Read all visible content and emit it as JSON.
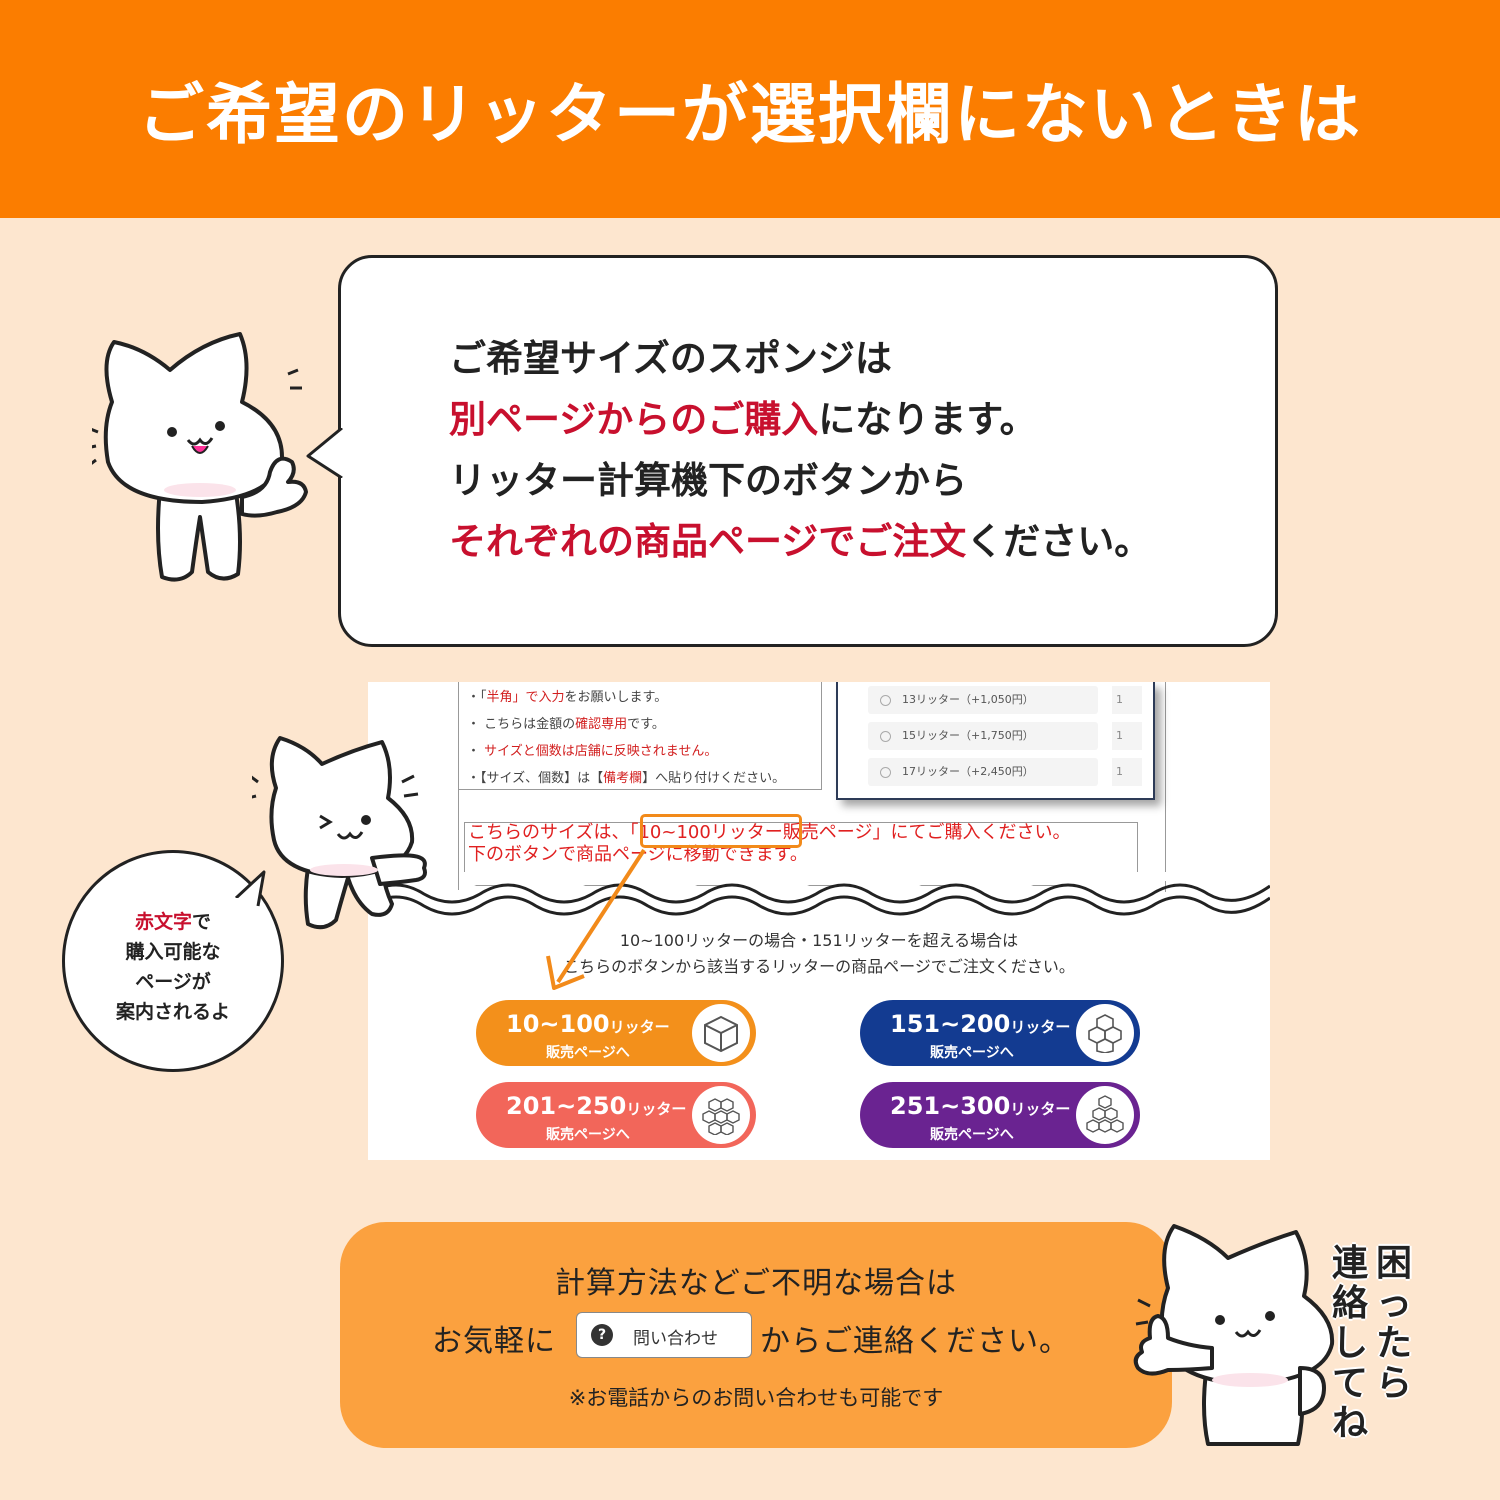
{
  "header": {
    "title": "ご希望のリッターが選択欄にないときは"
  },
  "bubble": {
    "line1": "ご希望サイズのスポンジは",
    "line2_red": "別ページからのご購入",
    "line2_rest": "になります。",
    "line3": "リッター計算機下のボタンから",
    "line4_red": "それぞれの商品ページでご注文",
    "line4_rest": "ください。"
  },
  "screenshot": {
    "notes": [
      {
        "pre": "・「",
        "red": "半角」で入力",
        "post": "をお願いします。"
      },
      {
        "pre": "・ こちらは金額の",
        "red": "確認専用",
        "post": "です。"
      },
      {
        "pre": "・ ",
        "red": "サイズと個数は店舗に反映されません。",
        "post": ""
      },
      {
        "pre": "・【サイズ、個数】は【",
        "red": "備考欄",
        "post": "】へ貼り付けください。"
      }
    ],
    "options": [
      "13リッター（+1,050円）",
      "15リッター（+1,750円）",
      "17リッター（+2,450円）"
    ],
    "option_right": "1",
    "red_text_line1": "こちらのサイズは、「10~100リッター販売ページ」にてご購入ください。",
    "red_text_line2": "下のボタンで商品ページに移動できます。",
    "intro_line1": "10~100リッターの場合・151リッターを超える場合は",
    "intro_line2": "こちらのボタンから該当するリッターの商品ページでご注文ください。",
    "buttons": [
      {
        "range": "10~100",
        "unit": "リッター",
        "sub": "販売ページへ",
        "color": "#f3901b"
      },
      {
        "range": "151~200",
        "unit": "リッター",
        "sub": "販売ページへ",
        "color": "#133b91"
      },
      {
        "range": "201~250",
        "unit": "リッター",
        "sub": "販売ページへ",
        "color": "#f2665a"
      },
      {
        "range": "251~300",
        "unit": "リッター",
        "sub": "販売ページへ",
        "color": "#6a2391"
      }
    ]
  },
  "round_bubble": {
    "red": "赤文字",
    "l1_rest": "で",
    "l2": "購入可能な",
    "l3": "ページが",
    "l4": "案内されるよ"
  },
  "footer": {
    "line1": "計算方法などご不明な場合は",
    "line2_pre": "お気軽に",
    "inquiry_label": "問い合わせ",
    "inquiry_icon": "?",
    "line2_post": "からご連絡ください。",
    "note": "※お電話からのお問い合わせも可能です"
  },
  "side_text": {
    "col1": "困ったら",
    "col2": "連絡してね"
  },
  "colors": {
    "header": "#fb7d00",
    "background": "#fde6cf",
    "accent_red": "#c8102e",
    "footer": "#fba13f"
  }
}
